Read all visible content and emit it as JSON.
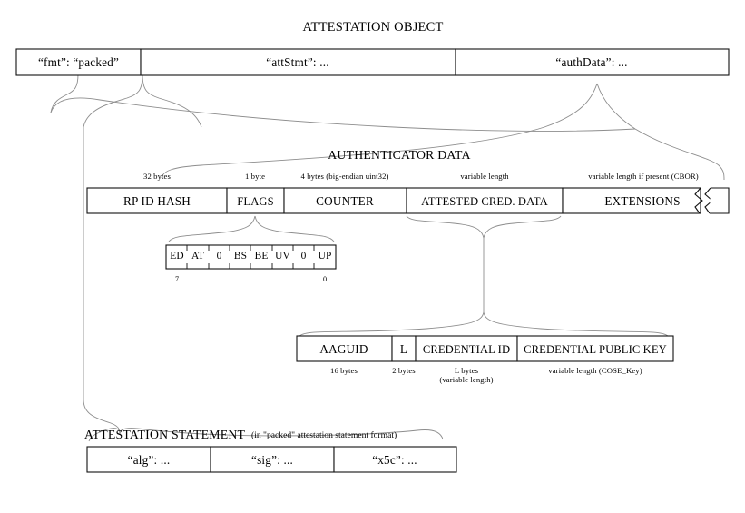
{
  "diagram": {
    "title": "ATTESTATION OBJECT",
    "attestation_object_row": {
      "name": "attestation-object-row",
      "cells": [
        {
          "label": "“fmt”: “packed”"
        },
        {
          "label": "“attStmt”: ..."
        },
        {
          "label": "“authData”: ..."
        }
      ]
    },
    "authenticator_data": {
      "title": "AUTHENTICATOR DATA",
      "cells": [
        {
          "label": "RP ID HASH",
          "size": "32 bytes"
        },
        {
          "label": "FLAGS",
          "size": "1 byte"
        },
        {
          "label": "COUNTER",
          "size": "4 bytes (big-endian uint32)"
        },
        {
          "label": "ATTESTED CRED. DATA",
          "size": "variable length"
        },
        {
          "label": "EXTENSIONS",
          "size": "variable length if present (CBOR)"
        }
      ]
    },
    "flags_bits": {
      "name": "flags-bit-field",
      "bits": [
        "ED",
        "AT",
        "0",
        "BS",
        "BE",
        "UV",
        "0",
        "UP"
      ],
      "msb_index": "7",
      "lsb_index": "0"
    },
    "attested_credential_data": {
      "name": "attested-credential-data-row",
      "cells": [
        {
          "label": "AAGUID",
          "size": "16 bytes",
          "size2": ""
        },
        {
          "label": "L",
          "size": "2 bytes",
          "size2": ""
        },
        {
          "label": "CREDENTIAL ID",
          "size": "L bytes",
          "size2": "(variable length)"
        },
        {
          "label": "CREDENTIAL PUBLIC KEY",
          "size": "variable length (COSE_Key)",
          "size2": ""
        }
      ]
    },
    "attestation_statement": {
      "title": "ATTESTATION STATEMENT",
      "note": "(in \"packed\" attestation statement format)",
      "cells": [
        {
          "label": "“alg”: ..."
        },
        {
          "label": "“sig”: ..."
        },
        {
          "label": "“x5c”: ..."
        }
      ]
    }
  }
}
